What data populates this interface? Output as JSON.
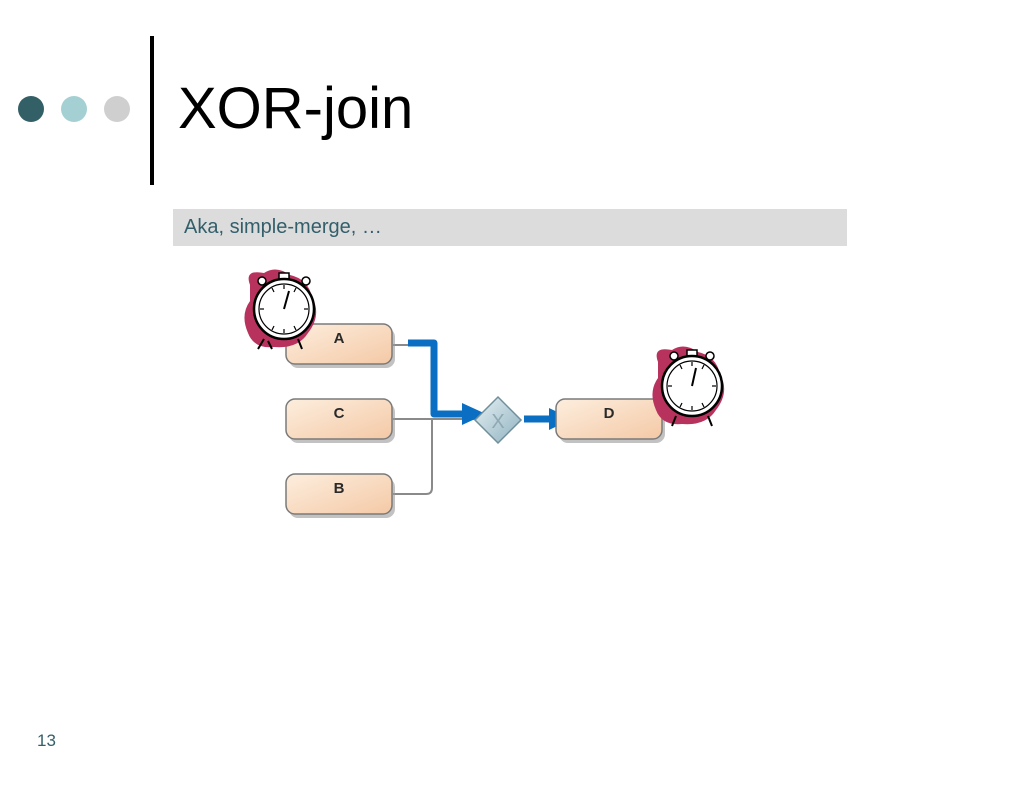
{
  "slide": {
    "title": "XOR-join",
    "subtitle": "Aka, simple-merge, …",
    "page_number": "13"
  },
  "colors": {
    "dot_dark": "#335f66",
    "dot_mid": "#a5d0d3",
    "dot_light": "#cfcfcf",
    "subtitle_text": "#335f6b",
    "flow_highlight": "#0a6fc2",
    "flow_normal": "#8a8a8a",
    "task_fill": "#f9dcc2",
    "clock_blob": "#b8325e"
  },
  "diagram": {
    "tasks": [
      {
        "id": "A",
        "label": "A"
      },
      {
        "id": "C",
        "label": "C"
      },
      {
        "id": "B",
        "label": "B"
      },
      {
        "id": "D",
        "label": "D"
      }
    ],
    "gateway": {
      "type": "XOR",
      "label": "X"
    },
    "icons": [
      "stopwatch-icon",
      "stopwatch-icon"
    ]
  }
}
